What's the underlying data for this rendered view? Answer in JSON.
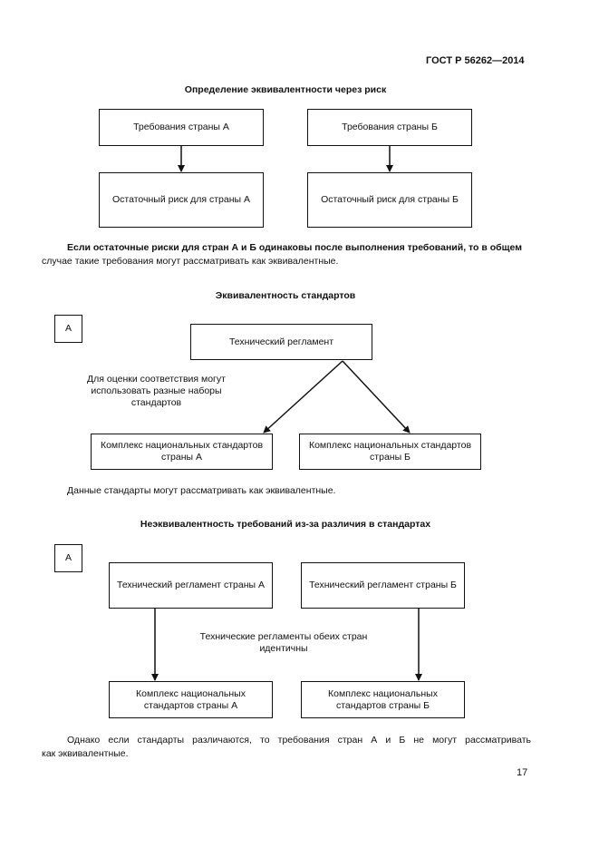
{
  "header": {
    "standard_id": "ГОСТ Р 56262—2014"
  },
  "section1": {
    "title": "Определение эквивалентности через риск",
    "box_req_a": "Требования страны А",
    "box_req_b": "Требования страны Б",
    "box_risk_a": "Остаточный риск для страны А",
    "box_risk_b": "Остаточный риск для страны Б",
    "paragraph_line1": "Если остаточные риски для стран А и Б одинаковы после выполнения требований, то в общем",
    "paragraph_line2": "случае такие требования могут рассматривать как эквивалентные."
  },
  "section2": {
    "title": "Эквивалентность стандартов",
    "marker": "А",
    "box_regulation": "Технический регламент",
    "note": "Для оценки соответствия могут использовать разные наборы стандартов",
    "box_standards_a": "Комплекс национальных стандартов страны А",
    "box_standards_b": "Комплекс национальных стандартов страны Б",
    "paragraph": "Данные стандарты могут рассматривать как эквивалентные."
  },
  "section3": {
    "title": "Неэквивалентность требований из-за различия в стандартах",
    "marker": "А",
    "box_regulation_a": "Технический регламент страны А",
    "box_regulation_b": "Технический регламент страны Б",
    "note": "Технические регламенты обеих стран идентичны",
    "box_standards_a": "Комплекс национальных стандартов страны А",
    "box_standards_b": "Комплекс национальных стандартов страны Б",
    "paragraph_line1": "Однако если стандарты различаются, то требования стран А и Б не могут рассматривать",
    "paragraph_line2": "как эквивалентные."
  },
  "footer": {
    "page_number": "17"
  }
}
